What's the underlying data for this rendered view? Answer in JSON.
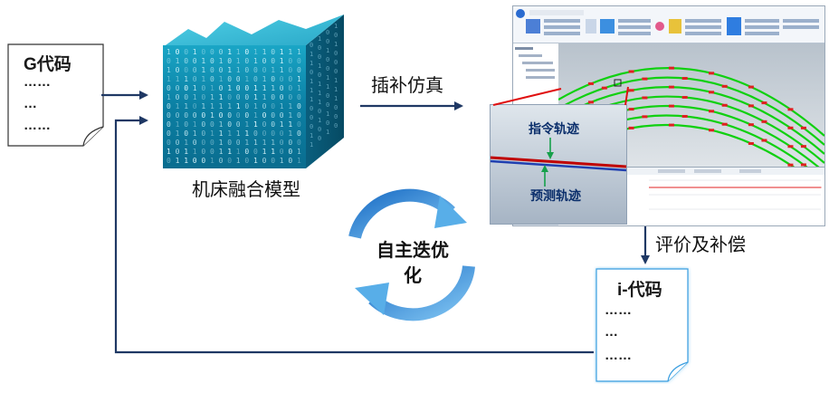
{
  "gcode_doc": {
    "title": "G代码",
    "lines": [
      "……",
      "…",
      "……"
    ]
  },
  "model_label": "机床融合模型",
  "sim_label": "插补仿真",
  "iteration_label": "自主迭优化",
  "eval_label": "评价及补偿",
  "icode_doc": {
    "title": "i-代码",
    "lines": [
      "……",
      "…",
      "……"
    ]
  },
  "inset": {
    "command_label": "指令轨迹",
    "predicted_label": "预测轨迹"
  },
  "colors": {
    "arrow": "#1f3864",
    "cycle_arrow": "#3a8fd8",
    "sim_green": "#10d010",
    "sim_red": "#e02020",
    "cmd_line": "#c00000",
    "pred_line": "#1f3fb0"
  }
}
